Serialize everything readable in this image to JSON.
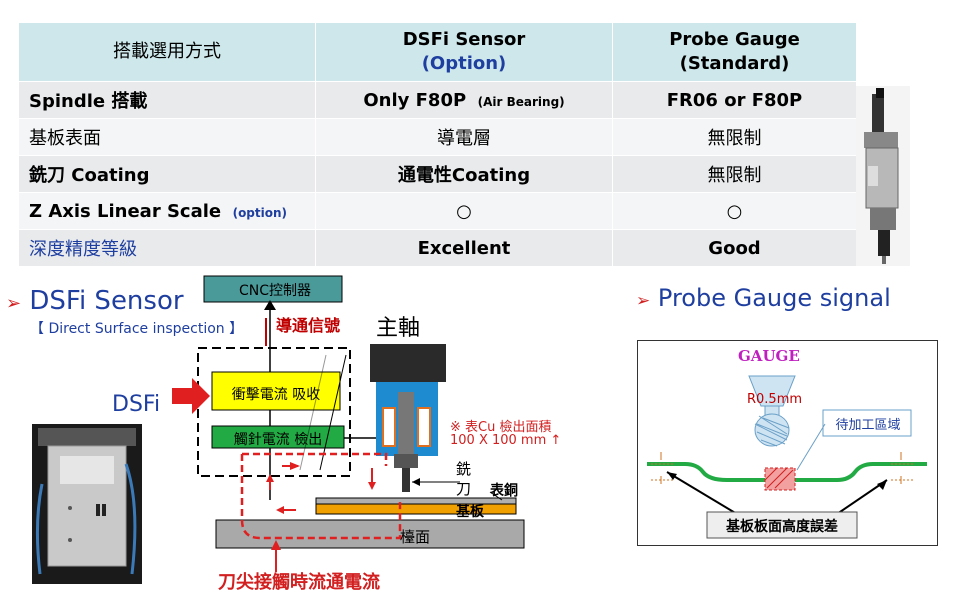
{
  "table": {
    "headers": [
      "搭載選用方式",
      "DSFi Sensor",
      "(Option)",
      "Probe Gauge",
      "(Standard)"
    ],
    "rows": [
      {
        "label": "Spindle 搭載",
        "dsfi": "Only F80P",
        "dsfi_note": "(Air Bearing)",
        "probe": "FR06 or F80P"
      },
      {
        "label": "基板表面",
        "dsfi": "導電層",
        "probe": "無限制"
      },
      {
        "label": "銑刀 Coating",
        "dsfi": "通電性Coating",
        "probe": "無限制"
      },
      {
        "label": "Z Axis Linear Scale",
        "label_note": "(option)",
        "dsfi": "○",
        "probe": "○"
      },
      {
        "label": "深度精度等級",
        "dsfi": "Excellent",
        "probe": "Good"
      }
    ]
  },
  "dsfi": {
    "title": "DSFi Sensor",
    "subtitle": "【 Direct Surface inspection 】",
    "cnc": "CNC控制器",
    "signal": "導通信號",
    "spindle": "主軸",
    "dsfi_label": "DSFi",
    "block1": "衝擊電流 吸收",
    "block2": "觸針電流 檢出",
    "cu_note_1": "※ 表Cu 檢出面積",
    "cu_note_2": "100 X 100 mm ↑",
    "cutter_1": "銑",
    "cutter_2": "刀",
    "surface_cu": "表銅",
    "substrate": "基板",
    "table_label": "檯面",
    "current_caption": "刀尖接觸時流通電流"
  },
  "probe": {
    "title": "Probe Gauge signal",
    "gauge": "GAUGE",
    "radius": "R0.5mm",
    "area": "待加工區域",
    "diff": "基板板面高度誤差"
  },
  "colors": {
    "header_bg": "#cde7ea",
    "accent_blue": "#1f3fa0",
    "red": "#d22020",
    "yellow": "#ffff00",
    "green": "#22aa44"
  }
}
